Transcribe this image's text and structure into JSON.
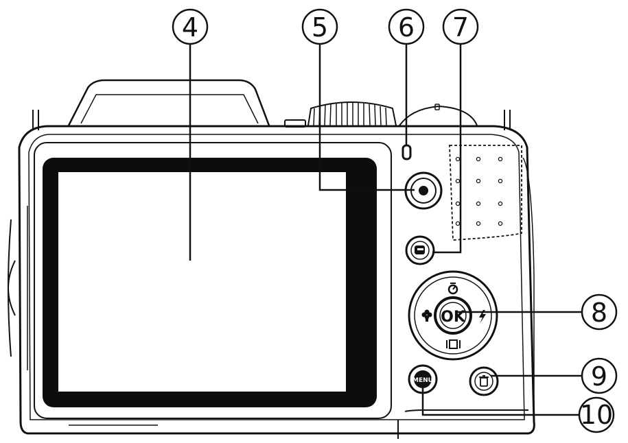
{
  "callouts": [
    {
      "id": "c4",
      "label": "4"
    },
    {
      "id": "c5",
      "label": "5"
    },
    {
      "id": "c6",
      "label": "6"
    },
    {
      "id": "c7",
      "label": "7"
    },
    {
      "id": "c8",
      "label": "8"
    },
    {
      "id": "c9",
      "label": "9"
    },
    {
      "id": "c10",
      "label": "10"
    }
  ],
  "buttons": {
    "ok_label": "OK",
    "menu_label": "MENU"
  },
  "icons": {
    "timer": "self-timer-icon",
    "macro": "macro-flower-icon",
    "flash": "flash-bolt-icon",
    "display": "display-mode-icon",
    "delete": "trash-icon",
    "playback": "playback-icon"
  },
  "colors": {
    "line": "#111111",
    "screen_border": "#0d0d0d",
    "background": "#ffffff"
  }
}
